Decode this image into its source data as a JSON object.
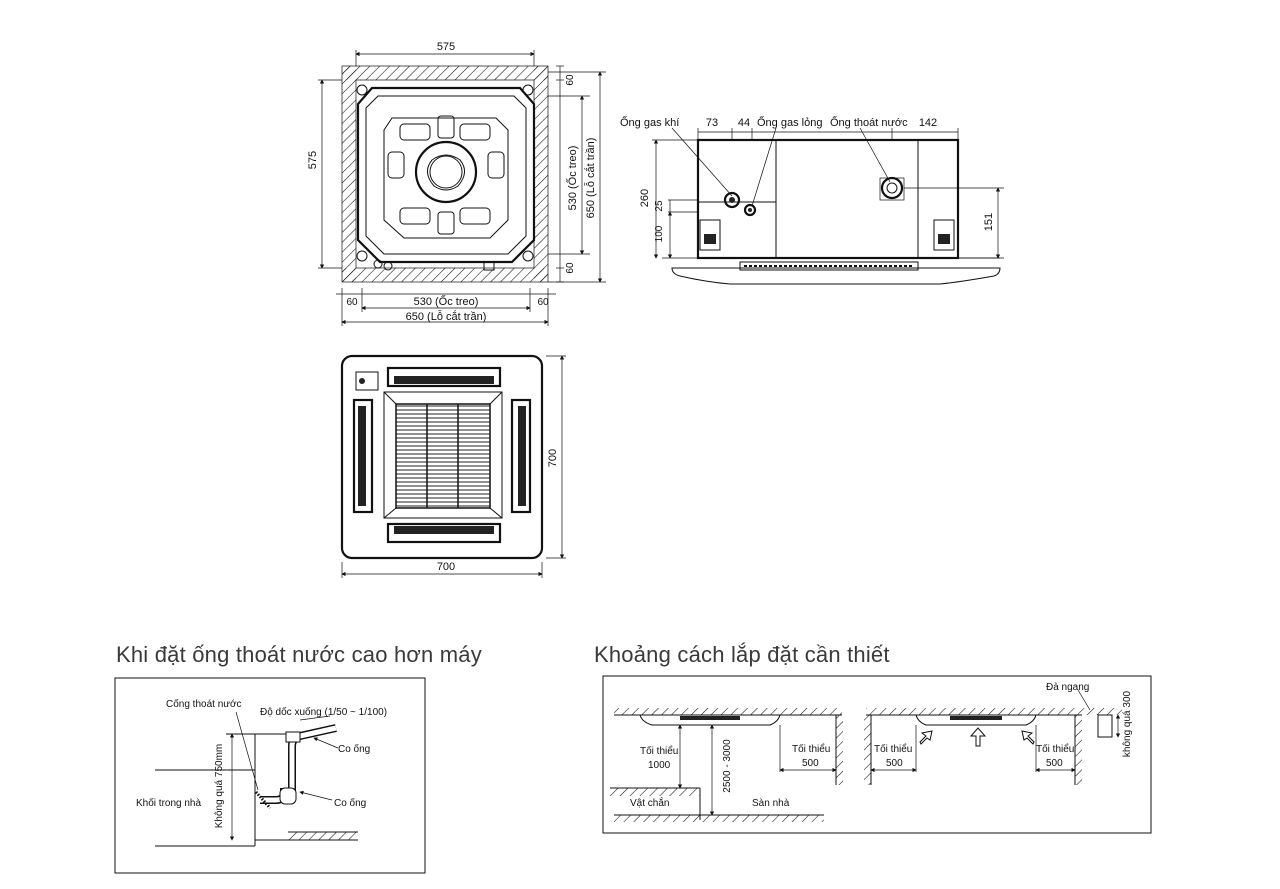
{
  "top_view": {
    "dim_top": "575",
    "dim_left": "575",
    "dim_right_top": "60",
    "dim_right_bottom": "60",
    "dim_right_530": "530 (Ốc treo)",
    "dim_right_650": "650 (Lỗ cắt trần)",
    "dim_bottom_left": "60",
    "dim_bottom_right": "60",
    "dim_bottom_530": "530 (Ốc treo)",
    "dim_bottom_650": "650 (Lỗ cắt trần)"
  },
  "side_view": {
    "label_gas_khi": "Ống gas khí",
    "label_gas_long": "Ống gas lỏng",
    "label_thoat_nuoc": "Ống thoát nước",
    "dim_73": "73",
    "dim_44": "44",
    "dim_142": "142",
    "dim_260": "260",
    "dim_25": "25",
    "dim_100": "100",
    "dim_151": "151"
  },
  "panel_view": {
    "dim_width": "700",
    "dim_height": "700"
  },
  "drain_section": {
    "title": "Khi đặt ống thoát nước cao hơn máy",
    "label_cong": "Cống thoát nước",
    "label_do_doc": "Độ dốc xuống (1/50 ~ 1/100)",
    "label_co_ong_1": "Co ống",
    "label_co_ong_2": "Co ống",
    "label_khoi": "Khối trong nhà",
    "label_khong_qua": "Không quá 750mm"
  },
  "clearance_section": {
    "title": "Khoảng cách lắp đặt cần thiết",
    "label_toi_thieu_1000_a": "Tối thiểu",
    "label_toi_thieu_1000_b": "1000",
    "label_height": "2500 - 3000",
    "label_toi_thieu_500_1a": "Tối thiểu",
    "label_toi_thieu_500_1b": "500",
    "label_toi_thieu_500_2a": "Tối thiểu",
    "label_toi_thieu_500_2b": "500",
    "label_toi_thieu_500_3a": "Tối thiểu",
    "label_toi_thieu_500_3b": "500",
    "label_vat_chan": "Vật chắn",
    "label_san_nha": "Sàn nhà",
    "label_da_ngang": "Đà ngang",
    "label_khong_qua_300": "không quá 300"
  }
}
